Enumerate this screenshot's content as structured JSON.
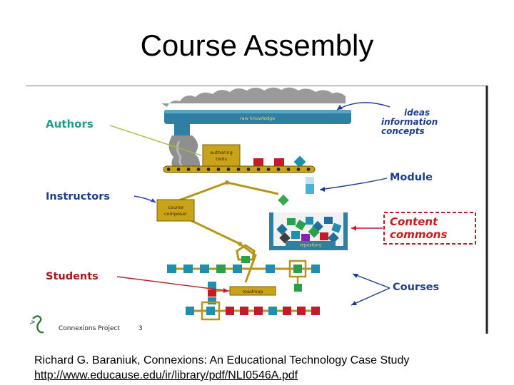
{
  "slide": {
    "title": "Course Assembly"
  },
  "diagram": {
    "left_labels": {
      "authors": "Authors",
      "instructors": "Instructors",
      "students": "Students"
    },
    "right_labels": {
      "ideas": "ideas",
      "information": "information",
      "concepts": "concepts",
      "module": "Module",
      "content_commons_line1": "Content",
      "content_commons_line2": "commons",
      "courses": "Courses"
    },
    "box_labels": {
      "raw_knowledge": "raw knowledge",
      "authoring_tools_line1": "authoring",
      "authoring_tools_line2": "tools",
      "course_composer_line1": "course",
      "course_composer_line2": "composer",
      "repository": "repository",
      "roadmap": "roadmap"
    },
    "footer": {
      "project": "Connexions Project",
      "page_number": "3"
    },
    "colors": {
      "authors": "#1f9d8f",
      "instructors": "#1f3c8f",
      "students": "#b0141e",
      "content_commons": "#cc1a1a",
      "machine_blue": "#2f7fa3",
      "box_gold": "#c9a318",
      "chain_gold": "#b5961c"
    }
  },
  "caption": {
    "citation": "Richard G. Baraniuk, Connexions: An Educational Technology Case Study",
    "url": "http://www.educause.edu/ir/library/pdf/NLI0546A.pdf"
  }
}
